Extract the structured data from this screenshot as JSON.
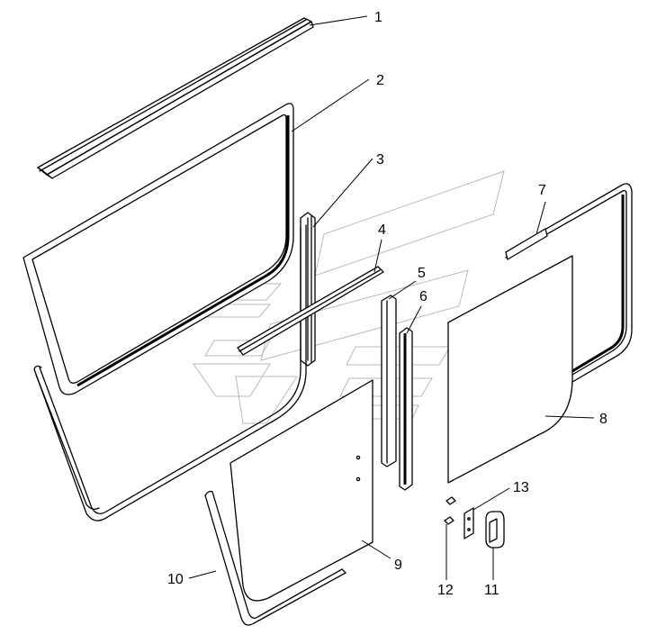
{
  "callouts": [
    {
      "id": "1",
      "label": "1"
    },
    {
      "id": "2",
      "label": "2"
    },
    {
      "id": "3",
      "label": "3"
    },
    {
      "id": "4",
      "label": "4"
    },
    {
      "id": "5",
      "label": "5"
    },
    {
      "id": "6",
      "label": "6"
    },
    {
      "id": "7",
      "label": "7"
    },
    {
      "id": "8",
      "label": "8"
    },
    {
      "id": "9",
      "label": "9"
    },
    {
      "id": "10",
      "label": "10"
    },
    {
      "id": "11",
      "label": "11"
    },
    {
      "id": "12",
      "label": "12"
    },
    {
      "id": "13",
      "label": "13"
    }
  ],
  "colors": {
    "line": "#000000",
    "watermark": "#b9b9b9",
    "background": "#ffffff"
  }
}
